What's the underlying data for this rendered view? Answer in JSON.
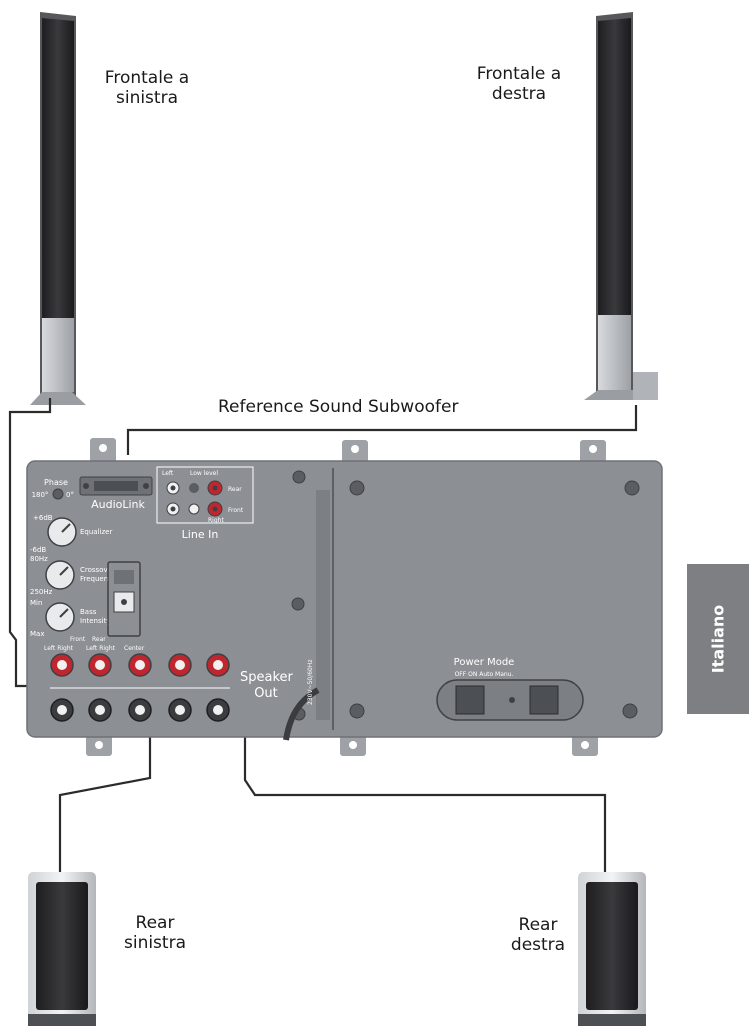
{
  "labels": {
    "front_left": [
      "Frontale a",
      "sinistra"
    ],
    "front_right": [
      "Frontale a",
      "destra"
    ],
    "subwoofer": "Reference Sound Subwoofer",
    "rear_left": [
      "Rear",
      "sinistra"
    ],
    "rear_right": [
      "Rear",
      "destra"
    ],
    "speaker_out": [
      "Speaker",
      "Out"
    ]
  },
  "panel": {
    "audiolink": "AudioLink",
    "line_in": "Line In",
    "power_mode": "Power Mode",
    "power_mode_options": "OFF  ON  Auto  Manu.",
    "phase": "Phase",
    "phase_values": [
      "180°",
      "0°"
    ],
    "knobs": [
      {
        "top": "+6dB",
        "bottom": "-6dB",
        "label": [
          "Equalizer"
        ]
      },
      {
        "top": "80Hz",
        "bottom": "250Hz",
        "label": [
          "Crossover",
          "Frequency"
        ]
      },
      {
        "top": "Min",
        "bottom": "Max",
        "label": [
          "Bass",
          "Intensity"
        ]
      }
    ],
    "line_in_labels": [
      "Left",
      "Low level",
      "Rear",
      "Front",
      "Right"
    ],
    "out_labels": [
      "Front",
      "Rear",
      "Left  Right",
      "Left  Right",
      "Center"
    ],
    "voltage": "230V~50/60Hz"
  },
  "lang_tab": "Italiano",
  "colors": {
    "panel": "#8c8f94",
    "panel_dark": "#6e7176",
    "speaker_cover": "#2c2c2e",
    "speaker_stand": "#b9bcc1",
    "jack_red": "#c0262d",
    "lang_tab": "#7d7f83"
  }
}
